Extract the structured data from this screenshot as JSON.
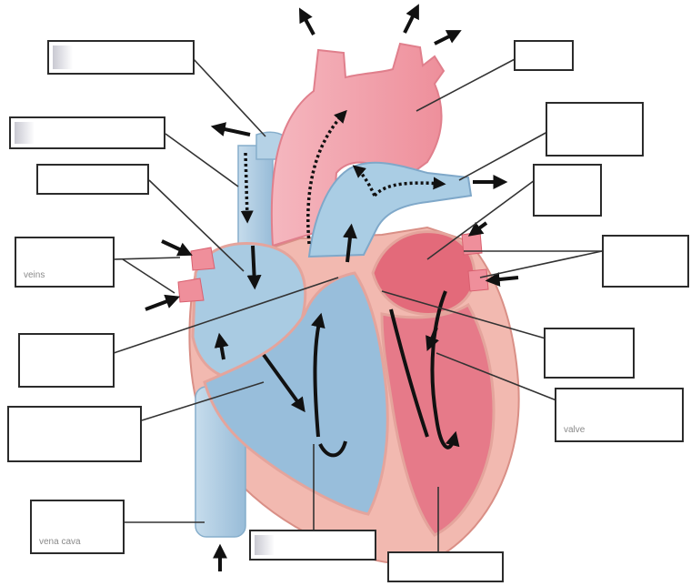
{
  "diagram": {
    "type": "heart-blood-flow-labeling",
    "colors": {
      "deoxygenated": "#a9cbe2",
      "deoxygenated_dark": "#7fa8c9",
      "oxygenated": "#f19aa6",
      "oxygenated_dark": "#d9606f",
      "muscle": "#f2b9b0",
      "outline": "#1a1a1a"
    },
    "label_boxes": [
      {
        "id": "top-left-1",
        "text": ""
      },
      {
        "id": "top-left-2",
        "text": ""
      },
      {
        "id": "left-3",
        "text": ""
      },
      {
        "id": "left-4",
        "text": "veins"
      },
      {
        "id": "left-5",
        "text": ""
      },
      {
        "id": "left-6",
        "text": ""
      },
      {
        "id": "bottom-left-7",
        "text": "vena cava"
      },
      {
        "id": "bottom-8",
        "text": ""
      },
      {
        "id": "bottom-9",
        "text": ""
      },
      {
        "id": "top-right-1",
        "text": ""
      },
      {
        "id": "right-2",
        "text": ""
      },
      {
        "id": "right-3",
        "text": ""
      },
      {
        "id": "right-4",
        "text": ""
      },
      {
        "id": "right-5",
        "text": ""
      },
      {
        "id": "right-6",
        "text": "valve"
      }
    ]
  }
}
